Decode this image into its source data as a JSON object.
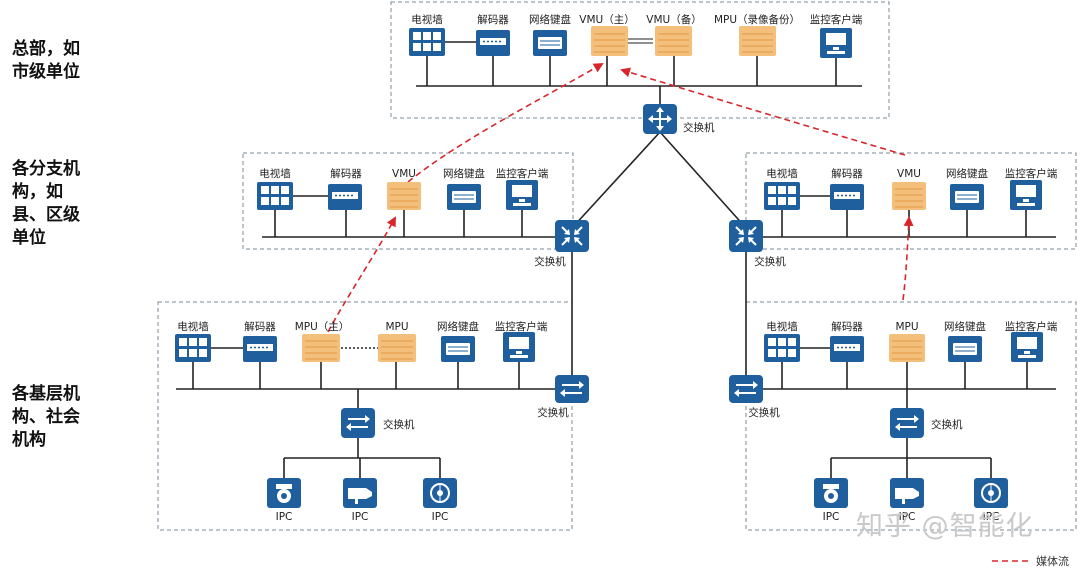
{
  "levels": {
    "hq": [
      "总部，如",
      "市级单位"
    ],
    "branch": [
      "各分支机",
      "构，如",
      "县、区级",
      "单位"
    ],
    "base": [
      "各基层机",
      "构、社会",
      "机构"
    ]
  },
  "hq": {
    "tv_wall": "电视墙",
    "decoder": "解码器",
    "keyboard": "网络键盘",
    "vmu_main": "VMU（主）",
    "vmu_backup": "VMU（备）",
    "mpu_record": "MPU（录像备份）",
    "client": "监控客户端"
  },
  "branch_left": {
    "tv_wall": "电视墙",
    "decoder": "解码器",
    "vmu": "VMU",
    "keyboard": "网络键盘",
    "client": "监控客户端"
  },
  "branch_right": {
    "tv_wall": "电视墙",
    "decoder": "解码器",
    "vmu": "VMU",
    "keyboard": "网络键盘",
    "client": "监控客户端"
  },
  "base_left": {
    "tv_wall": "电视墙",
    "decoder": "解码器",
    "mpu_main": "MPU（主）",
    "mpu": "MPU",
    "keyboard": "网络键盘",
    "client": "监控客户端",
    "ipc1": "IPC",
    "ipc2": "IPC",
    "ipc3": "IPC"
  },
  "base_right": {
    "tv_wall": "电视墙",
    "decoder": "解码器",
    "mpu": "MPU",
    "keyboard": "网络键盘",
    "client": "监控客户端",
    "ipc1": "IPC",
    "ipc2": "IPC",
    "ipc3": "IPC"
  },
  "switch_label": "交换机",
  "legend": {
    "media_stream": "媒体流"
  },
  "watermark": "知乎 @智能化",
  "colors": {
    "device_blue": "#1f5f9e",
    "server_orange": "#f4bf7a",
    "stream_red": "#d8262b",
    "frame_gray": "#7a8a99"
  }
}
